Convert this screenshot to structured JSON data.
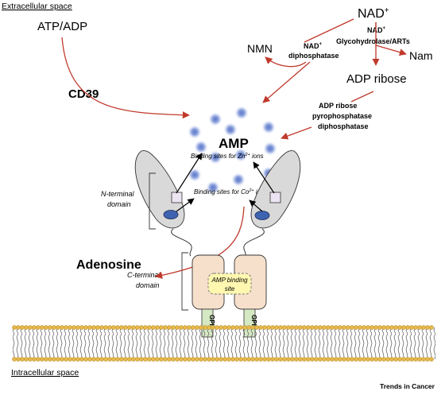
{
  "labels": {
    "extracellular": "Extracellular space",
    "intracellular": "Intracellular space",
    "atp_adp": "ATP/ADP",
    "cd39": "CD39",
    "nad_main": "NAD",
    "nad_main_sup": "+",
    "nmn": "NMN",
    "nad_small_1": "NAD",
    "nad_small_1_sup": "+",
    "nad_diphosphatase": "diphosphatase",
    "nad_small_2": "NAD",
    "nad_small_2_sup": "+",
    "glycohydrolase": "Glycohydrolase/ARTs",
    "nam": "Nam",
    "adp_ribose": "ADP ribose",
    "pyro_line1": "ADP ribose",
    "pyro_line2": "pyrophosphatase",
    "pyro_line3": "diphosphatase",
    "amp": "AMP",
    "zn_pre": "Binding sites for Zn",
    "zn_sup": "2+",
    "zn_post": " ions",
    "co_pre": "Binding sites for Co",
    "co_sup": "2+",
    "co_post": " ions",
    "n_terminal_1": "N-terminal",
    "n_terminal_2": "domain",
    "c_terminal_1": "C-terminal",
    "c_terminal_2": "domain",
    "adenosine": "Adenosine",
    "amp_binding_1": "AMP binding",
    "amp_binding_2": "site",
    "gpi_left": "GPI",
    "gpi_right": "GPI",
    "brand": "Trends in Cancer"
  },
  "colors": {
    "arrow_red": "#c0392b",
    "lipid_head": "#e8b84a",
    "domain_fill": "#d9d9d9",
    "c_domain_fill": "#f6e0cc",
    "gpi_fill": "#d5e8c4",
    "amp_site_fill": "#fff7b0",
    "co_ion": "#3e63b0",
    "zn_ion": "#7f97d6"
  }
}
